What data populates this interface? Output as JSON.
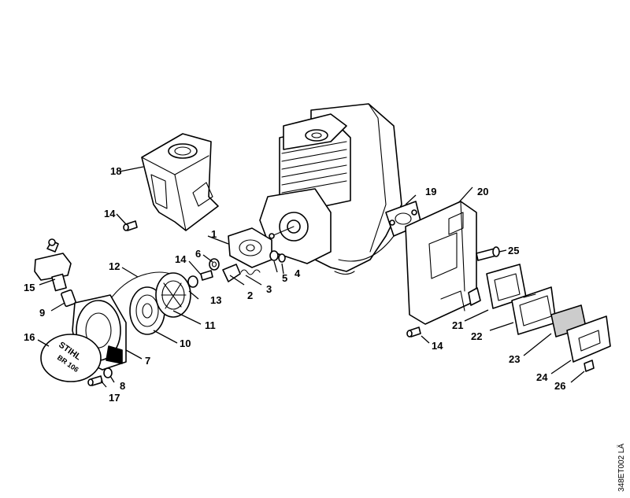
{
  "drawing_ref": "348ET002 LÄ",
  "decal": {
    "brand": "STIHL",
    "model": "BR 106"
  },
  "callouts": {
    "p1": "1",
    "p2": "2",
    "p3": "3",
    "p4": "4",
    "p5": "5",
    "p6": "6",
    "p7": "7",
    "p8": "8",
    "p9": "9",
    "p10": "10",
    "p11": "11",
    "p12": "12",
    "p13": "13",
    "p14a": "14",
    "p14b": "14",
    "p14c": "14",
    "p15": "15",
    "p16": "16",
    "p17": "17",
    "p18": "18",
    "p19": "19",
    "p20": "20",
    "p21": "21",
    "p22": "22",
    "p23": "23",
    "p24": "24",
    "p25": "25",
    "p26": "26"
  }
}
